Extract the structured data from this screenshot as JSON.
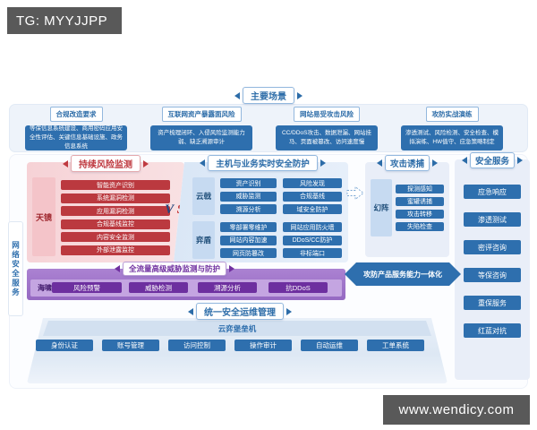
{
  "watermarks": {
    "top": "TG: MYYJJPP",
    "bottom": "www.wendicy.com"
  },
  "side_label": "网络安全服务",
  "scenarios": {
    "title": "主要场景",
    "items": [
      {
        "label": "合规改造要求",
        "desc": "等保信息系统建设、商用密码应用安全性评估、关键信息基础设施、政务信息系统"
      },
      {
        "label": "互联网资产暴露面风险",
        "desc": "资产梳理闭环、入侵风险监测能力弱、缺乏溯源审计"
      },
      {
        "label": "网站易受攻击风险",
        "desc": "CC/DDoS攻击、数据泄漏、网站挂马、页面被篡改、访问速度慢"
      },
      {
        "label": "攻防实战演练",
        "desc": "渗透测试、风险检测、安全检查、模拟演练、HW值守、应急策略制定"
      }
    ]
  },
  "risk_monitoring": {
    "title": "持续风险监测",
    "product": "天镜",
    "items": [
      "智能资产识别",
      "系统漏洞检测",
      "应用漏洞检测",
      "合规基线监控",
      "内容安全监测",
      "外部泄露监控"
    ]
  },
  "vs": {
    "v": "V",
    "s": "S"
  },
  "host_protection": {
    "title": "主机与业务实时安全防护",
    "groups": [
      {
        "product": "云戟",
        "items": [
          "资产识别",
          "风险发现",
          "威胁监测",
          "合规基线",
          "溯源分析",
          "域安全防护"
        ]
      },
      {
        "product": "弈盾",
        "items": [
          "零部署零维护",
          "网站应用防火墙",
          "网站内容加速",
          "DDoS/CC防护",
          "网页防篡改",
          "非标端口"
        ]
      }
    ]
  },
  "attack_trapping": {
    "title": "攻击诱捕",
    "product": "幻阵",
    "items": [
      "探测感知",
      "蜜罐诱捕",
      "攻击转移",
      "失陷检查"
    ]
  },
  "security_services": {
    "title": "安全服务",
    "items": [
      "应急响应",
      "渗透测试",
      "密评咨询",
      "等保咨询",
      "重保服务",
      "红蓝对抗"
    ]
  },
  "threat_monitoring": {
    "title": "全流量高级威胁监测与防护",
    "product": "海啸",
    "items": [
      "风险预警",
      "威胁检测",
      "溯源分析",
      "抗DDoS"
    ]
  },
  "integration_arrow_label": "攻防产品服务能力一体化",
  "ops_management": {
    "title": "统一安全运维管理",
    "product": "云弈堡垒机",
    "items": [
      "身份认证",
      "账号管理",
      "访问控制",
      "操作审计",
      "自动运维",
      "工单系统"
    ]
  },
  "colors": {
    "accent_blue": "#2e6fae",
    "accent_red": "#bb393f",
    "accent_purple": "#6d2f9f",
    "pink_bg": "#f7d7da",
    "blue_bg": "#dce8f6",
    "watermark_bar": "#595959"
  }
}
